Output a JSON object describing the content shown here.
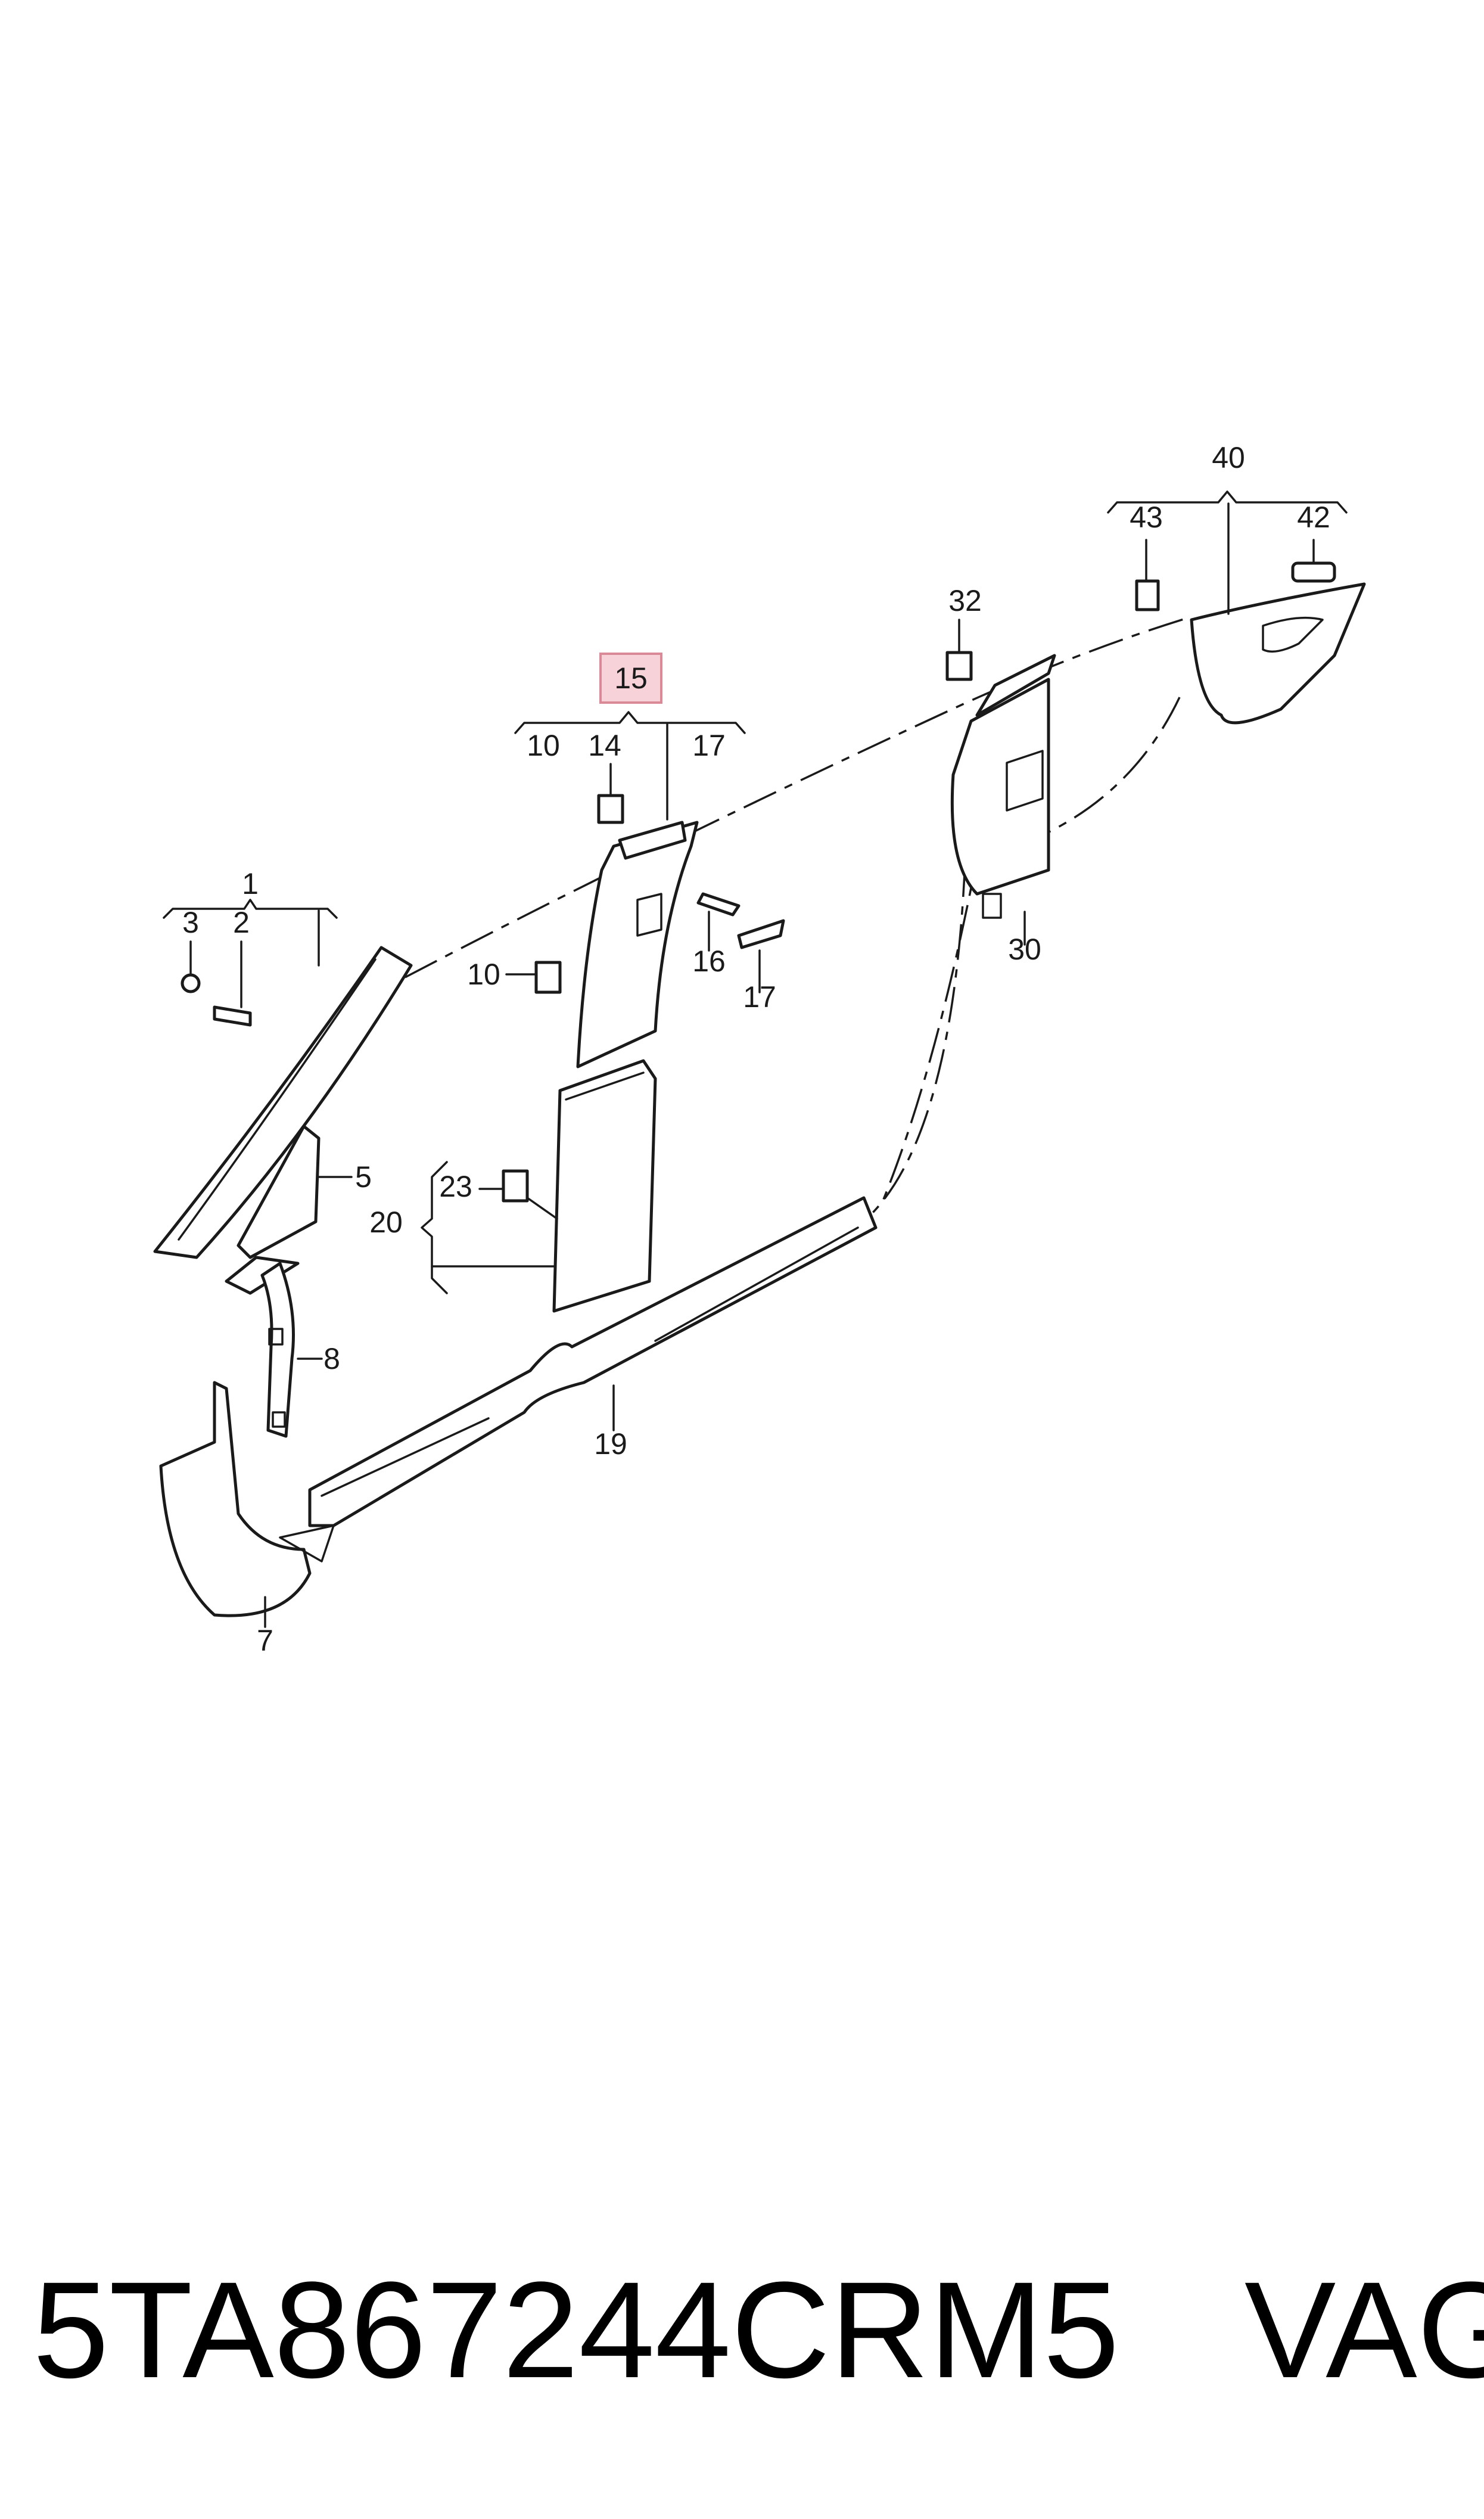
{
  "callouts": {
    "c1": "1",
    "c2": "2",
    "c3": "3",
    "c5": "5",
    "c7": "7",
    "c8": "8",
    "c10": "10",
    "c10b": "10",
    "c14": "14",
    "c15": "15",
    "c16": "16",
    "c17a": "17",
    "c17b": "17",
    "c19": "19",
    "c20": "20",
    "c23": "23",
    "c30": "30",
    "c32": "32",
    "c40": "40",
    "c42": "42",
    "c43": "43"
  },
  "highlight_callout": "15",
  "footer": {
    "part_number": "5TA867244CRM5",
    "maker": "VAG"
  },
  "colors": {
    "highlight_fill": "#f7d3d9",
    "highlight_stroke": "#d98a96",
    "line": "#1a1a1a"
  }
}
